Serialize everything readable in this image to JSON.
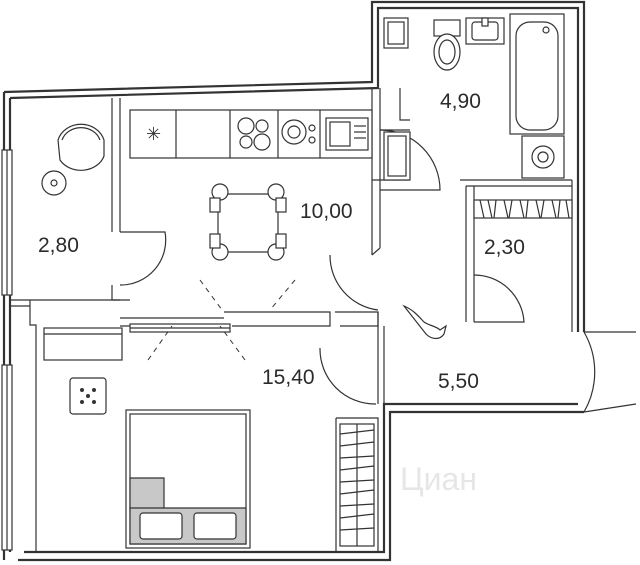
{
  "rooms": [
    {
      "id": "bathroom",
      "area": "4,90"
    },
    {
      "id": "kitchen",
      "area": "10,00"
    },
    {
      "id": "loggia",
      "area": "2,80"
    },
    {
      "id": "wardrobe",
      "area": "2,30"
    },
    {
      "id": "hallway",
      "area": "5,50"
    },
    {
      "id": "bedroom",
      "area": "15,40"
    }
  ],
  "watermark": "Циан"
}
